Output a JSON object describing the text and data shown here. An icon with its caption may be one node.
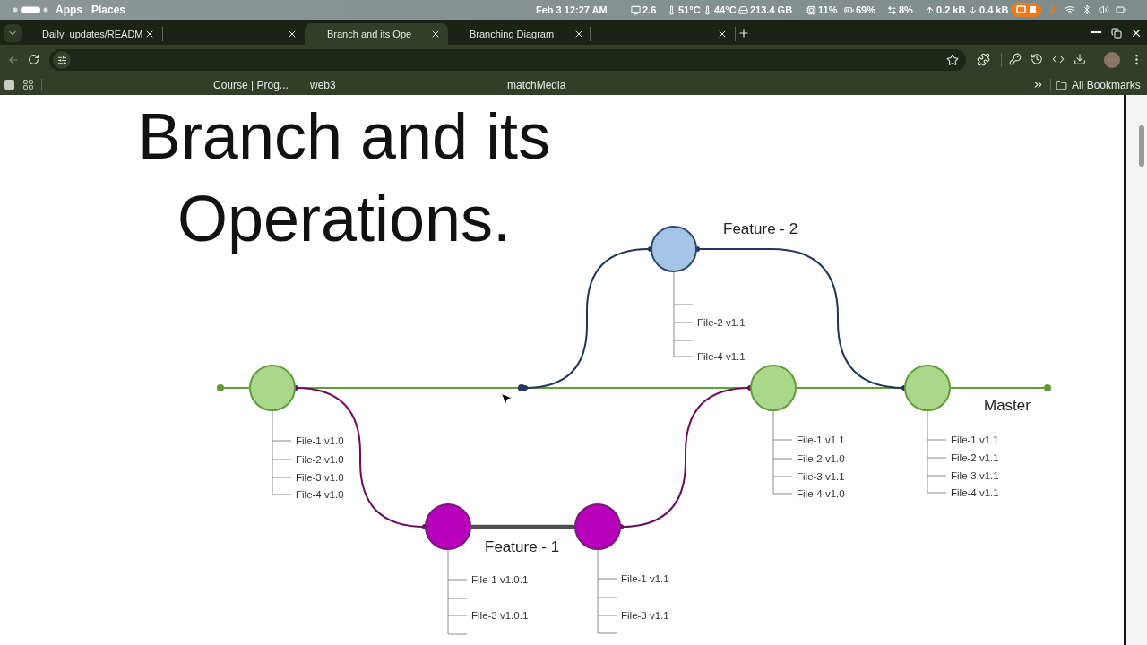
{
  "diagram": {
    "title": "Branch and its Operations.",
    "nodes": [
      {
        "text": [],
        "shape": "dot"
      },
      {
        "text": [],
        "shape": "circle",
        "beside": [
          "File-1 v1.0",
          "File-2 v1.0",
          "File-3 v1.0",
          "File-4 v1.0"
        ]
      },
      {
        "text": [],
        "shape": "circle",
        "beside": [
          "File-1 v1.0.1",
          "File-3 v1.0.1"
        ]
      },
      {
        "text": [],
        "shape": "dot"
      },
      {
        "text": [],
        "shape": "circle",
        "beside": [
          "File-1 v1.1",
          "File-3 v1.1"
        ]
      },
      {
        "text": [],
        "shape": "circle"
      },
      {
        "text": [],
        "shape": "circle",
        "beside": [
          "File-1 v1.1",
          "File-2 v1.0",
          "File-3 v1.1",
          "File-4 v1.0"
        ]
      },
      {
        "text": [],
        "shape": "circle",
        "beside": [
          "File-1 v1.1",
          "File-2 v1.1",
          "File-3 v1.1",
          "File-4 v1.1"
        ]
      },
      {
        "text": [],
        "shape": "dot"
      }
    ],
    "edges": [
      {
        "from": 0,
        "to": 1,
        "arrow": "none"
      },
      {
        "from": 1,
        "to": 3,
        "arrow": "none"
      },
      {
        "from": 3,
        "to": 6,
        "arrow": "none"
      },
      {
        "from": 6,
        "to": 7,
        "arrow": "none"
      },
      {
        "from": 7,
        "to": 8,
        "arrow": "none"
      },
      {
        "from": 1,
        "to": 2,
        "arrow": "other",
        "color": "#6b0d63"
      },
      {
        "from": 2,
        "to": 4,
        "arrow": "none",
        "style": "thick",
        "color": "#505050"
      },
      {
        "from": 4,
        "to": 6,
        "arrow": "other",
        "color": "#6b0d63"
      },
      {
        "from": 3,
        "to": 5,
        "arrow": "other",
        "color": "#22365a"
      },
      {
        "from": 5,
        "to": 7,
        "arrow": "other",
        "color": "#22365a"
      }
    ],
    "labels": [
      "Apps",
      "Places",
      "Feb 3 12:27 AM",
      "2.6",
      "51°C",
      "44°C",
      "213.4 GB",
      "11%",
      "69%",
      "8%",
      "0.2 kB",
      "0.4 kB",
      "Daily_updates/READM",
      "Branch and its Ope",
      "Branching Diagram",
      "Course | Prog...",
      "web3",
      "matchMedia",
      "All Bookmarks",
      "Feature - 2",
      "File-2 v1.1",
      "File-4 v1.1",
      "Master",
      "Feature - 1"
    ]
  }
}
